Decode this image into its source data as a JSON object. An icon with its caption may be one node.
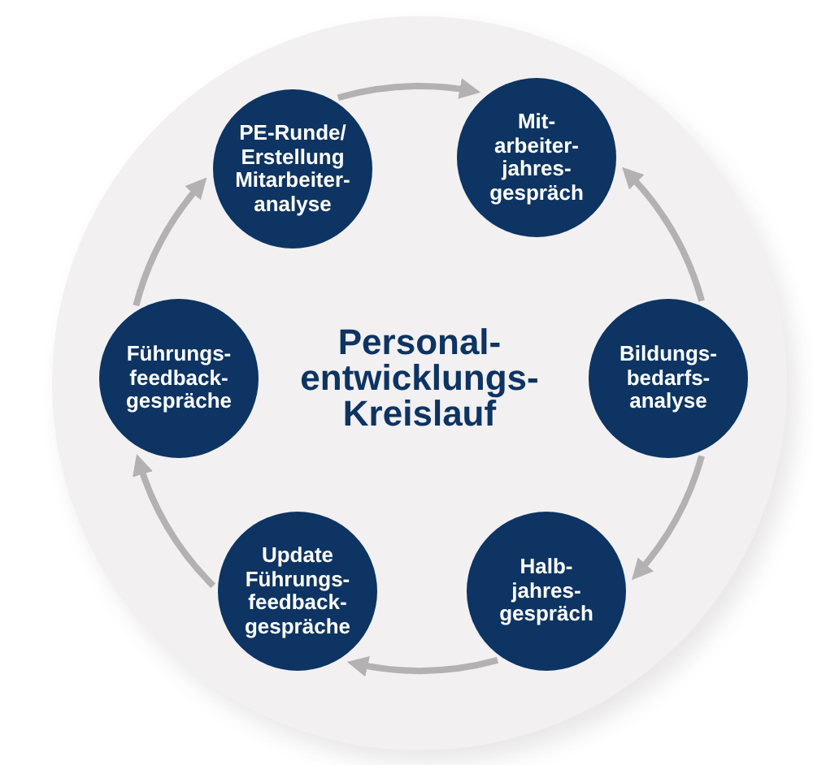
{
  "diagram": {
    "nodes": [
      {
        "text": [
          "Personal- entwicklungs- Kreislauf"
        ]
      },
      {
        "text": [
          "PE-Runde/ Erstellung Mitarbeiter- analyse"
        ],
        "in": 0
      },
      {
        "text": [
          "Mit- arbeiter- jahres- gespräch"
        ],
        "in": 0
      },
      {
        "text": [
          "Bildungs- bedarfs- analyse"
        ],
        "in": 0
      },
      {
        "text": [
          "Halb- jahres- gespräch"
        ],
        "in": 0
      },
      {
        "text": [
          "Update Führungs- feedback- gespräche"
        ],
        "in": 0
      },
      {
        "text": [
          "Führungs- feedback- gespräche"
        ],
        "in": 0
      }
    ],
    "edges": [
      {
        "from": 1,
        "to": 2,
        "arrow": "to"
      },
      {
        "from": 3,
        "to": 2,
        "arrow": "to"
      },
      {
        "from": 3,
        "to": 4,
        "arrow": "to"
      },
      {
        "from": 4,
        "to": 5,
        "arrow": "to"
      },
      {
        "from": 5,
        "to": 6,
        "arrow": "to"
      },
      {
        "from": 6,
        "to": 1,
        "arrow": "to"
      }
    ]
  }
}
